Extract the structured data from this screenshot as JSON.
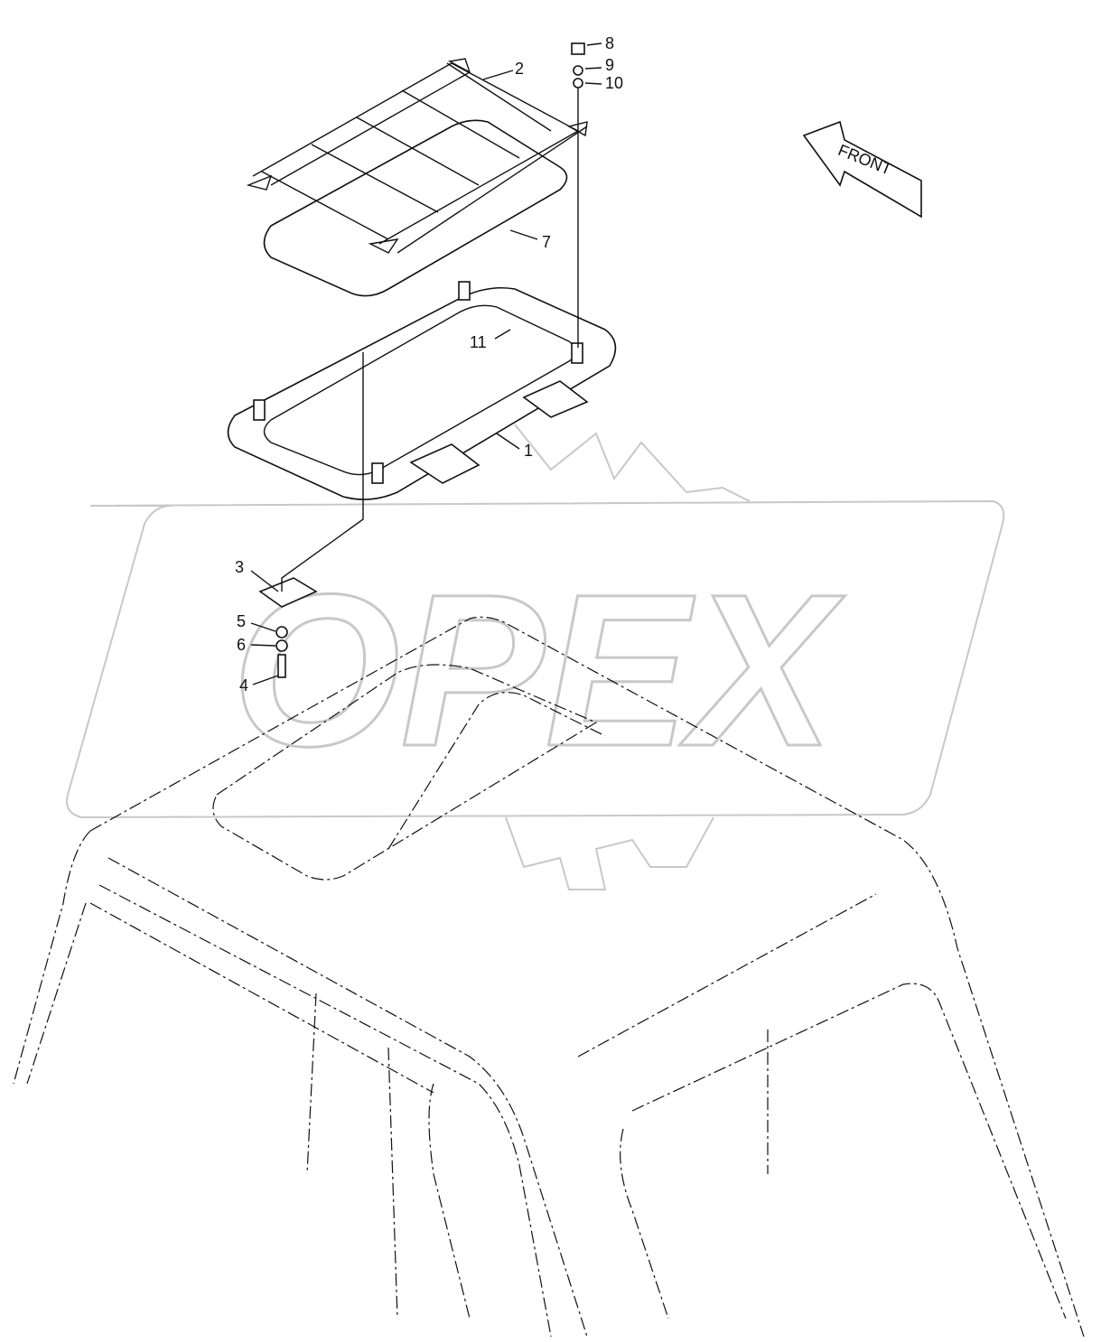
{
  "watermark": {
    "text": "OPEX",
    "color": "#c8c8c8"
  },
  "direction_arrow": {
    "label": "FRONT"
  },
  "callouts": [
    {
      "id": "1",
      "label": "1"
    },
    {
      "id": "2",
      "label": "2"
    },
    {
      "id": "3",
      "label": "3"
    },
    {
      "id": "4",
      "label": "4"
    },
    {
      "id": "5",
      "label": "5"
    },
    {
      "id": "6",
      "label": "6"
    },
    {
      "id": "7",
      "label": "7"
    },
    {
      "id": "8",
      "label": "8"
    },
    {
      "id": "9",
      "label": "9"
    },
    {
      "id": "10",
      "label": "10"
    },
    {
      "id": "11",
      "label": "11"
    }
  ]
}
